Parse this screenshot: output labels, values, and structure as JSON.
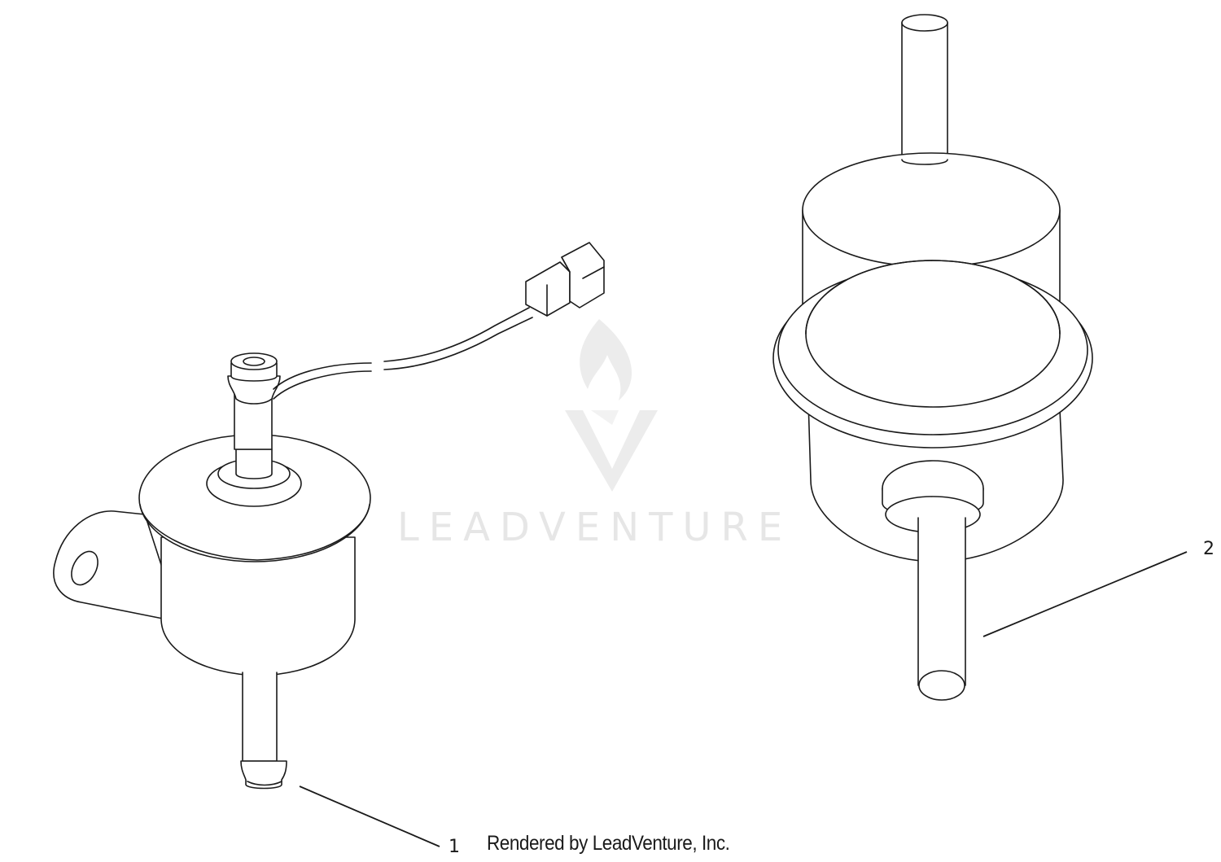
{
  "diagram": {
    "callouts": [
      {
        "id": "1",
        "label": "1"
      },
      {
        "id": "2",
        "label": "2"
      }
    ],
    "footer_text": "Rendered by LeadVenture, Inc.",
    "watermark_text": "LEADVENTURE",
    "colors": {
      "line": "#1a1a1a",
      "watermark": "#e6e6e6",
      "background": "#ffffff"
    }
  }
}
